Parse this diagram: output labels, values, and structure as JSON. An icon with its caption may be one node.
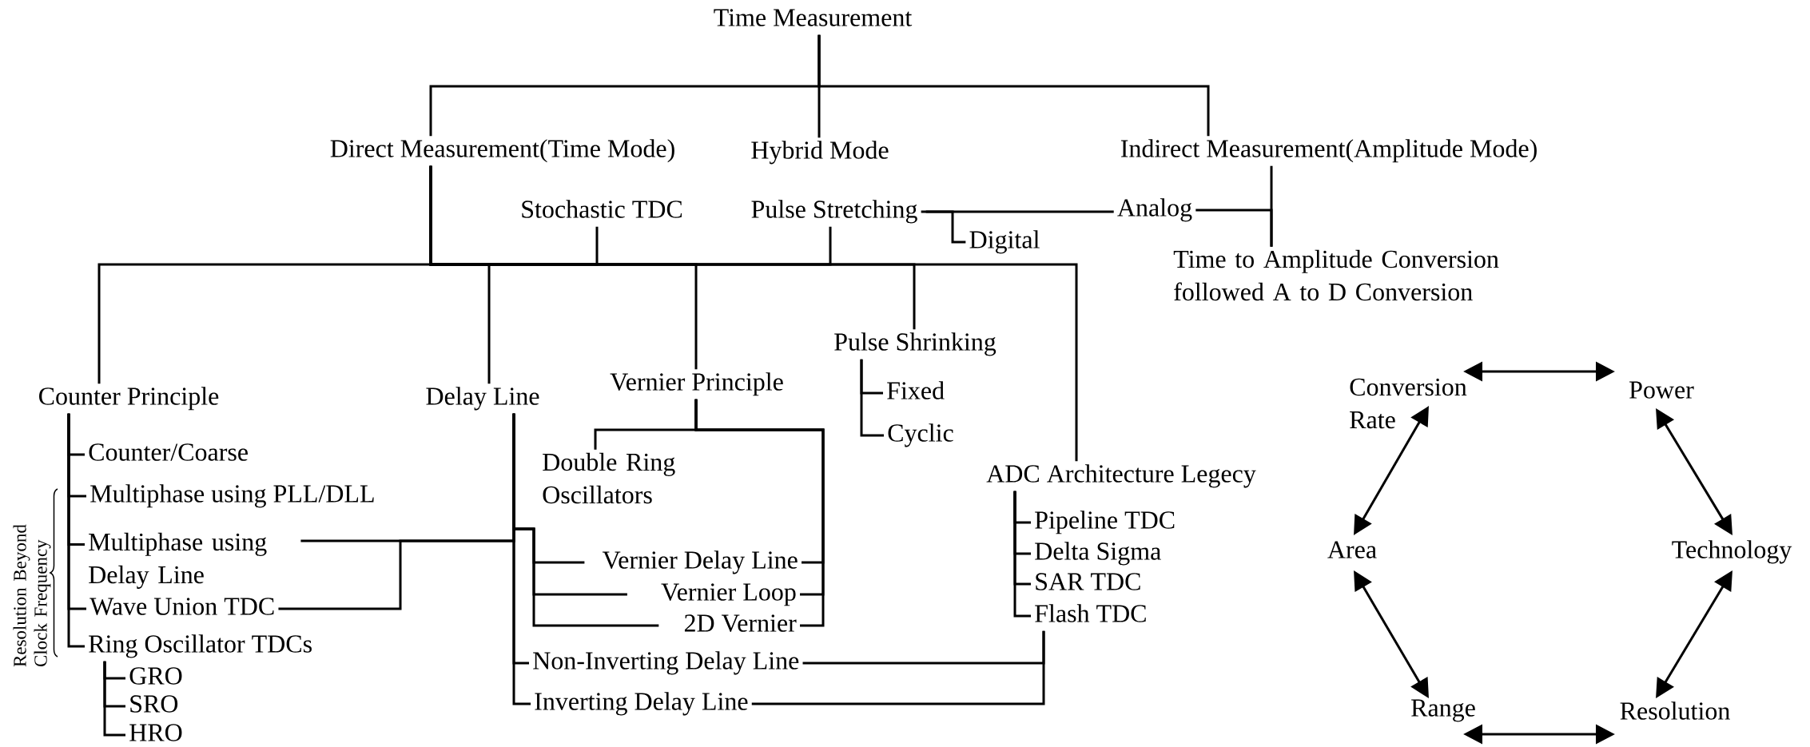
{
  "diagram": {
    "nodes": [
      {
        "text": [
          "Time Measurement"
        ]
      },
      {
        "text": [
          "Direct Measurement(Time Mode)"
        ]
      },
      {
        "text": [
          "Hybrid Mode"
        ]
      },
      {
        "text": [
          "Indirect Measurement(Amplitude Mode)"
        ]
      },
      {
        "text": [
          "Stochastic TDC"
        ]
      },
      {
        "text": [
          "Pulse Stretching"
        ]
      },
      {
        "text": [
          "Analog"
        ]
      },
      {
        "text": [
          "Digital"
        ]
      },
      {
        "text": [
          "Time to Amplitude Conversion followed A to D Conversion"
        ]
      },
      {
        "text": [
          "Counter Principle"
        ]
      },
      {
        "text": [
          "Counter/Coarse"
        ]
      },
      {
        "text": [
          "Multiphase using PLL/DLL"
        ]
      },
      {
        "text": [
          "Multiphase using Delay Line"
        ]
      },
      {
        "text": [
          "Wave Union TDC"
        ]
      },
      {
        "text": [
          "Ring Oscillator TDCs"
        ]
      },
      {
        "text": [
          "GRO"
        ]
      },
      {
        "text": [
          "SRO"
        ]
      },
      {
        "text": [
          "HRO"
        ]
      },
      {
        "text": [
          "Delay Line"
        ]
      },
      {
        "text": [
          "Vernier Principle"
        ]
      },
      {
        "text": [
          "Double Ring Oscillators"
        ]
      },
      {
        "text": [
          "Vernier Delay Line"
        ]
      },
      {
        "text": [
          "Vernier Loop"
        ]
      },
      {
        "text": [
          "2D Vernier"
        ]
      },
      {
        "text": [
          "Non-Inverting Delay Line"
        ]
      },
      {
        "text": [
          "Inverting Delay Line"
        ]
      },
      {
        "text": [
          "Pulse Shrinking"
        ]
      },
      {
        "text": [
          "Fixed"
        ]
      },
      {
        "text": [
          "Cyclic"
        ]
      },
      {
        "text": [
          "ADC Architecture Legecy"
        ]
      },
      {
        "text": [
          "Pipeline TDC"
        ]
      },
      {
        "text": [
          "Delta Sigma"
        ]
      },
      {
        "text": [
          "SAR TDC"
        ]
      },
      {
        "text": [
          "Flash TDC"
        ]
      },
      {
        "text": [
          "Conversion Rate"
        ]
      },
      {
        "text": [
          "Power"
        ]
      },
      {
        "text": [
          "Area"
        ]
      },
      {
        "text": [
          "Technology"
        ]
      },
      {
        "text": [
          "Range"
        ]
      },
      {
        "text": [
          "Resolution"
        ]
      }
    ],
    "edges": [
      {
        "from": 0,
        "to": 1,
        "arrow": "none"
      },
      {
        "from": 0,
        "to": 2,
        "arrow": "none"
      },
      {
        "from": 0,
        "to": 3,
        "arrow": "none"
      },
      {
        "from": 1,
        "to": 4,
        "arrow": "none"
      },
      {
        "from": 1,
        "to": 5,
        "arrow": "none"
      },
      {
        "from": 5,
        "to": 6,
        "arrow": "none"
      },
      {
        "from": 5,
        "to": 7,
        "arrow": "none"
      },
      {
        "from": 3,
        "to": 8,
        "arrow": "none"
      },
      {
        "from": 6,
        "to": 8,
        "arrow": "none"
      },
      {
        "from": 1,
        "to": 9,
        "arrow": "none"
      },
      {
        "from": 9,
        "to": 10,
        "arrow": "none"
      },
      {
        "from": 9,
        "to": 11,
        "arrow": "none"
      },
      {
        "from": 9,
        "to": 12,
        "arrow": "none"
      },
      {
        "from": 9,
        "to": 13,
        "arrow": "none"
      },
      {
        "from": 9,
        "to": 14,
        "arrow": "none"
      },
      {
        "from": 14,
        "to": 15,
        "arrow": "none"
      },
      {
        "from": 14,
        "to": 16,
        "arrow": "none"
      },
      {
        "from": 14,
        "to": 17,
        "arrow": "none"
      },
      {
        "from": 1,
        "to": 18,
        "arrow": "none"
      },
      {
        "from": 12,
        "to": 18,
        "arrow": "none"
      },
      {
        "from": 13,
        "to": 18,
        "arrow": "none"
      },
      {
        "from": 1,
        "to": 19,
        "arrow": "none"
      },
      {
        "from": 19,
        "to": 20,
        "arrow": "none"
      },
      {
        "from": 19,
        "to": 21,
        "arrow": "none"
      },
      {
        "from": 19,
        "to": 22,
        "arrow": "none"
      },
      {
        "from": 19,
        "to": 23,
        "arrow": "none"
      },
      {
        "from": 18,
        "to": 21,
        "arrow": "none"
      },
      {
        "from": 18,
        "to": 22,
        "arrow": "none"
      },
      {
        "from": 18,
        "to": 23,
        "arrow": "none"
      },
      {
        "from": 18,
        "to": 24,
        "arrow": "none"
      },
      {
        "from": 18,
        "to": 25,
        "arrow": "none"
      },
      {
        "from": 1,
        "to": 26,
        "arrow": "none"
      },
      {
        "from": 26,
        "to": 27,
        "arrow": "none"
      },
      {
        "from": 26,
        "to": 28,
        "arrow": "none"
      },
      {
        "from": 1,
        "to": 29,
        "arrow": "none"
      },
      {
        "from": 29,
        "to": 30,
        "arrow": "none"
      },
      {
        "from": 29,
        "to": 31,
        "arrow": "none"
      },
      {
        "from": 29,
        "to": 32,
        "arrow": "none"
      },
      {
        "from": 29,
        "to": 33,
        "arrow": "none"
      },
      {
        "from": 24,
        "to": 33,
        "arrow": "none"
      },
      {
        "from": 25,
        "to": 33,
        "arrow": "none"
      },
      {
        "from": 34,
        "to": 35,
        "arrow": "both"
      },
      {
        "from": 35,
        "to": 37,
        "arrow": "both"
      },
      {
        "from": 37,
        "to": 39,
        "arrow": "both"
      },
      {
        "from": 39,
        "to": 38,
        "arrow": "both"
      },
      {
        "from": 38,
        "to": 36,
        "arrow": "both"
      },
      {
        "from": 36,
        "to": 34,
        "arrow": "both"
      }
    ],
    "labels": [
      "Resolution Beyond Clock Frequency"
    ]
  }
}
